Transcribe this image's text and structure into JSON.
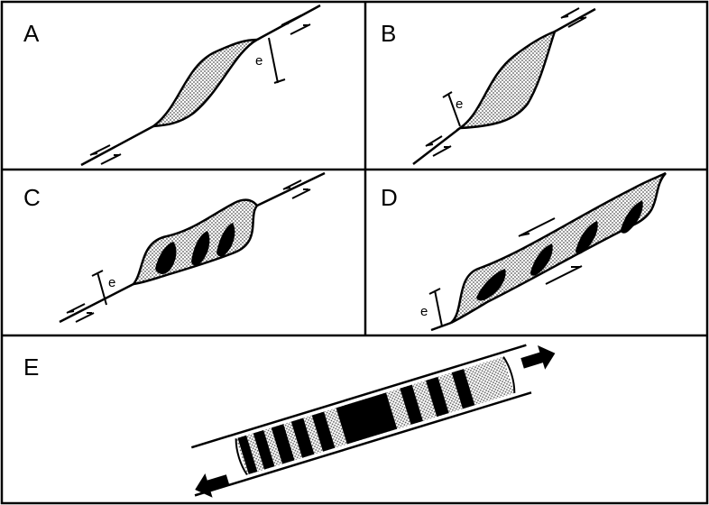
{
  "panels": [
    {
      "id": "A",
      "label": "A",
      "marker": "e"
    },
    {
      "id": "B",
      "label": "B",
      "marker": "e"
    },
    {
      "id": "C",
      "label": "C",
      "marker": "e"
    },
    {
      "id": "D",
      "label": "D",
      "marker": "e"
    },
    {
      "id": "E",
      "label": "E"
    }
  ],
  "colors": {
    "ink": "#000000",
    "paper": "#ffffff",
    "stipple": "#8c8c8c"
  }
}
